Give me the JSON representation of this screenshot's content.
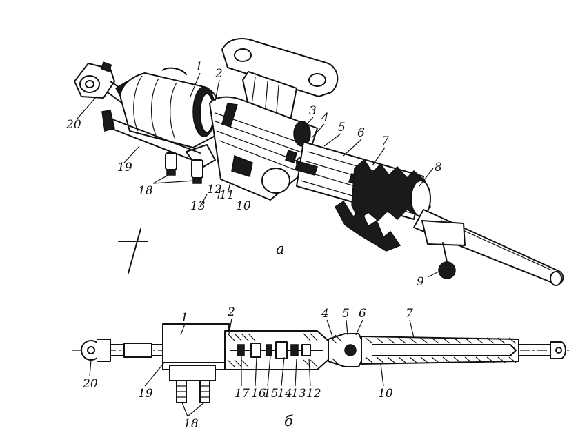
{
  "view_a": {
    "caption": "а",
    "labels": [
      "1",
      "2",
      "3",
      "4",
      "5",
      "6",
      "7",
      "8",
      "9",
      "10",
      "11",
      "12",
      "13",
      "18",
      "19",
      "20"
    ]
  },
  "view_b": {
    "caption": "б",
    "labels": [
      "1",
      "2",
      "4",
      "5",
      "6",
      "7",
      "10",
      "12",
      "13",
      "14",
      "15",
      "16",
      "17",
      "18",
      "19",
      "20"
    ]
  }
}
